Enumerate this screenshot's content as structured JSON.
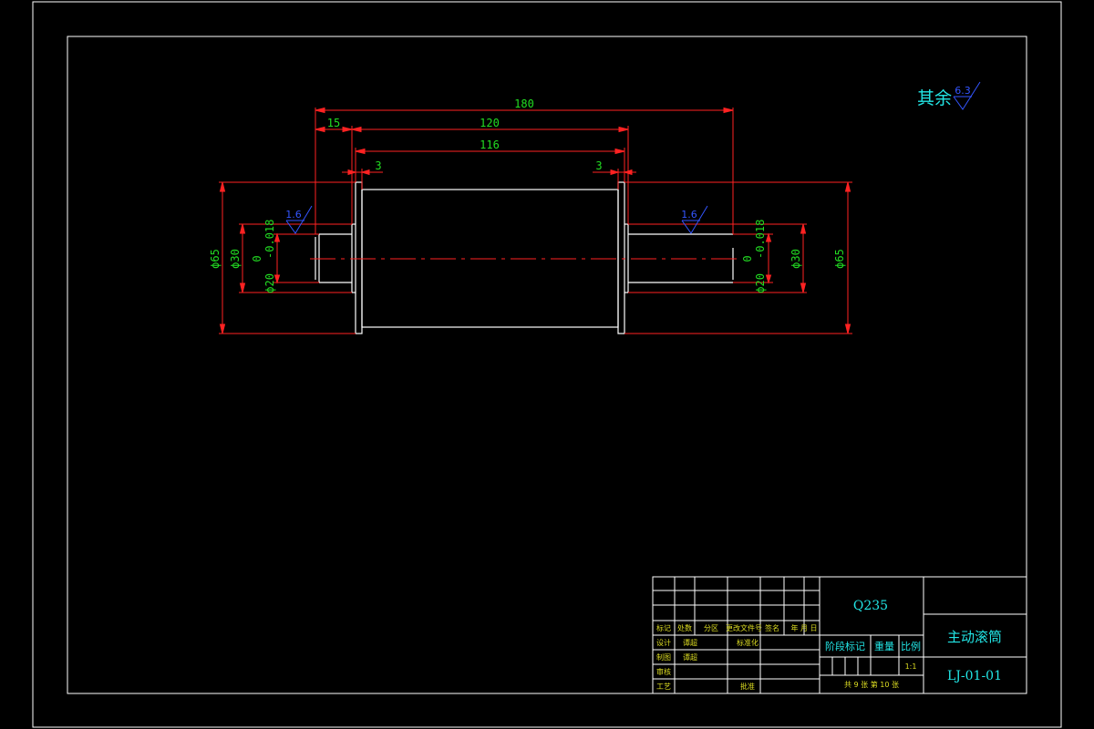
{
  "dimensions": {
    "overall_length": "180",
    "shoulder_length": "15",
    "drum_outer_length": "120",
    "drum_inner_length": "116",
    "flange_left": "3",
    "flange_right": "3",
    "drum_diameter_left": "ϕ65",
    "drum_diameter_right": "ϕ65",
    "shaft_diameter_left": "ϕ30",
    "shaft_diameter_right": "ϕ30",
    "journal_left": "ϕ20",
    "journal_right": "ϕ20",
    "tolerance_upper": "0",
    "tolerance_lower": "-0.018"
  },
  "roughness": {
    "general_label": "其余",
    "general_value": "6.3",
    "left_value": "1.6",
    "right_value": "1.6"
  },
  "title_block": {
    "material": "Q235",
    "part_name": "主动滚筒",
    "drawing_number": "LJ-01-01",
    "scale": "1:1",
    "header_row": [
      "标记",
      "处数",
      "分区",
      "更改文件号",
      "签名",
      "年 月 日"
    ],
    "design_label": "设计",
    "design_name": "谭超",
    "standardization_label": "标准化",
    "drawing_label": "制图",
    "drawing_name": "谭超",
    "review_label": "审核",
    "process_label": "工艺",
    "approve_label": "批准",
    "stage_mark_label": "阶段标记",
    "weight_label": "重量",
    "scale_label": "比例",
    "sheets_text": "共 9 张  第 10 张"
  },
  "colors": {
    "background": "#000000",
    "outline": "#ffffff",
    "dimension_line": "#ff2222",
    "dimension_text": "#22dd22",
    "roughness": "#3355ff",
    "title_text": "#22e5e5",
    "title_small_text": "#dddd22"
  }
}
